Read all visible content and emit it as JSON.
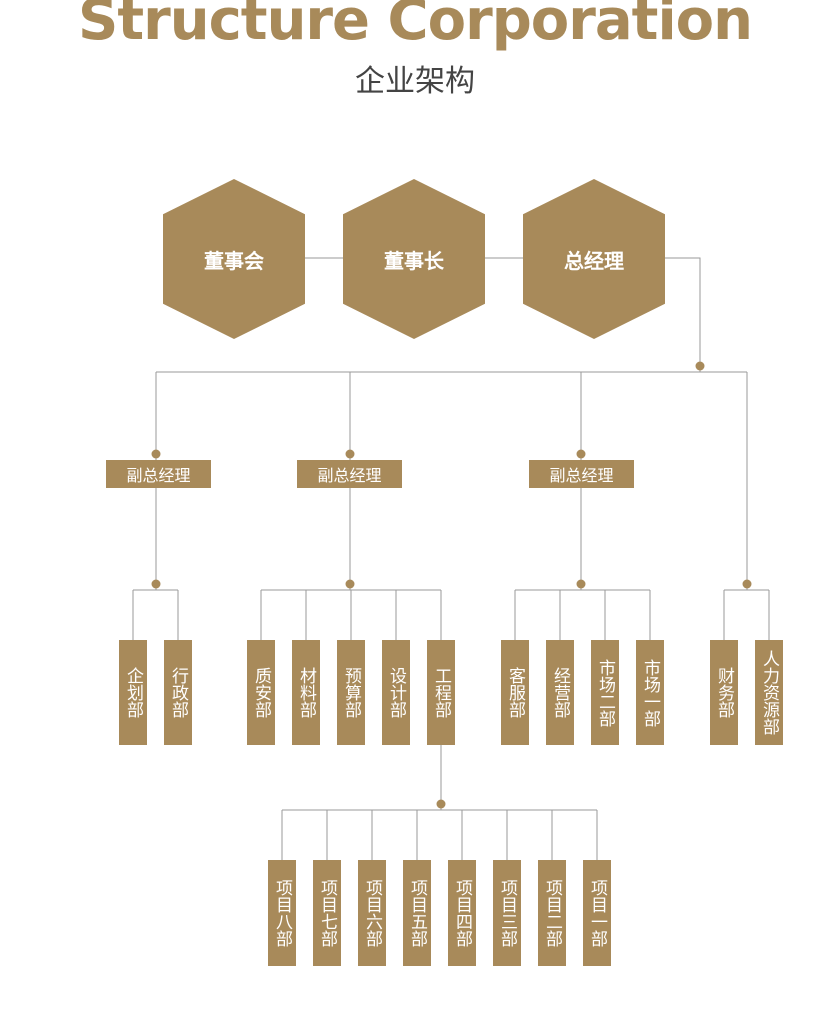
{
  "header": {
    "title": "Structure Corporation",
    "subtitle": "企业架构"
  },
  "leadership": [
    "董事会",
    "董事长",
    "总经理"
  ],
  "vice_general_manager_label": "副总经理",
  "groups": [
    {
      "name": "副总经理",
      "departments": [
        "企划部",
        "行政部"
      ]
    },
    {
      "name": "副总经理",
      "departments": [
        "质安部",
        "材料部",
        "预算部",
        "设计部",
        "工程部"
      ]
    },
    {
      "name": "副总经理",
      "departments": [
        "客服部",
        "经营部",
        "市场二部",
        "市场一部"
      ]
    },
    {
      "name": "",
      "departments": [
        "财务部",
        "人力资源部"
      ]
    }
  ],
  "projects": [
    "项目八部",
    "项目七部",
    "项目六部",
    "项目五部",
    "项目四部",
    "项目三部",
    "项目二部",
    "项目一部"
  ],
  "colors": {
    "accent": "#a88a5a",
    "line": "#9a9a9a",
    "subtitle": "#444444"
  }
}
